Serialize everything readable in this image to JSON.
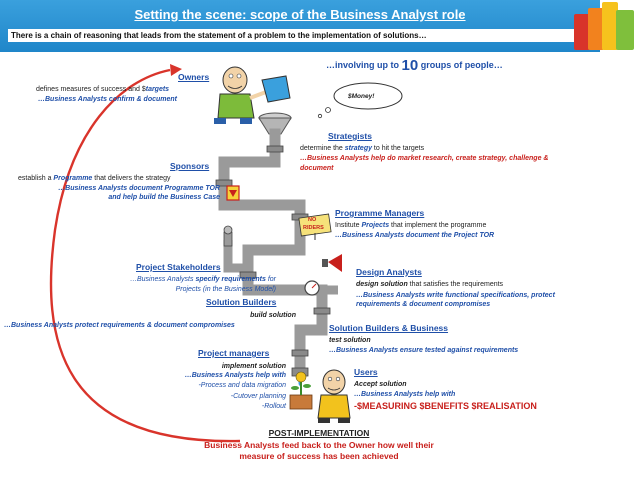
{
  "header": {
    "title": "Setting the scene: scope of the Business Analyst role",
    "subtitle": "There is a chain of reasoning that leads from the statement of a problem to the implementation of solutions…"
  },
  "involving": {
    "prefix": "…involving up to",
    "number": "10",
    "suffix": "groups of people…"
  },
  "bubble": "$Money!",
  "sign_no_riders": [
    "NO",
    "RIDERS"
  ],
  "colors": {
    "banner": "#2a93d3",
    "heading": "#1f4fa8",
    "red": "#c8201c",
    "pipe": "#9a9a9a",
    "figure": "#7dbb3a"
  },
  "groups": {
    "owners": {
      "title": "Owners",
      "desc_a": "defines measures of success and $",
      "desc_em": "targets",
      "note": "…Business Analysts confirm & document"
    },
    "strategists": {
      "title": "Strategists",
      "desc_a": "determine the ",
      "desc_em": "strategy",
      "desc_b": " to hit the targets",
      "note1": "…Business Analysts help do market research, create strategy, challenge &",
      "note2": "document"
    },
    "sponsors": {
      "title": "Sponsors",
      "desc_a": "establish a ",
      "desc_em": "Programme",
      "desc_b": " that delivers the strategy",
      "note1": "…Business Analysts document Programme TOR",
      "note2": "and help build the Business Case"
    },
    "programme_managers": {
      "title": "Programme Managers",
      "desc_a": "Institute ",
      "desc_em": "Projects",
      "desc_b": " that implement the programme",
      "note": "…Business Analysts document the Project TOR"
    },
    "project_stakeholders": {
      "title": "Project Stakeholders",
      "line1_a": "…Business Analysts ",
      "line1_em": "specify requirements",
      "line1_b": " for",
      "line2": "Projects (in the Business Model)"
    },
    "design_analysts": {
      "title": "Design Analysts",
      "desc_em": "design solution",
      "desc_b": " that satisfies the requirements",
      "note1": "…Business Analysts write functional specifications, protect",
      "note2": "requirements & document compromises"
    },
    "solution_builders": {
      "title": "Solution Builders",
      "desc": "build solution",
      "note": "…Business Analysts protect requirements & document compromises"
    },
    "solution_builders_business": {
      "title": "Solution Builders & Business",
      "desc": "test solution",
      "note": "…Business Analysts ensure tested against requirements"
    },
    "project_managers": {
      "title": "Project managers",
      "desc": "implement solution",
      "note": "…Business Analysts help with",
      "items": [
        "-Process and data migration",
        "-Cutover planning",
        "-Rollout"
      ]
    },
    "users": {
      "title": "Users",
      "desc": "Accept solution",
      "note": "…Business Analysts help with",
      "measure": "-$MEASURING $BENEFITS $REALISATION"
    },
    "post_implementation": {
      "title": "POST-IMPLEMENTATION",
      "line1": "Business Analysts feed back to the Owner how well their",
      "line2": "measure of success has been achieved"
    }
  }
}
